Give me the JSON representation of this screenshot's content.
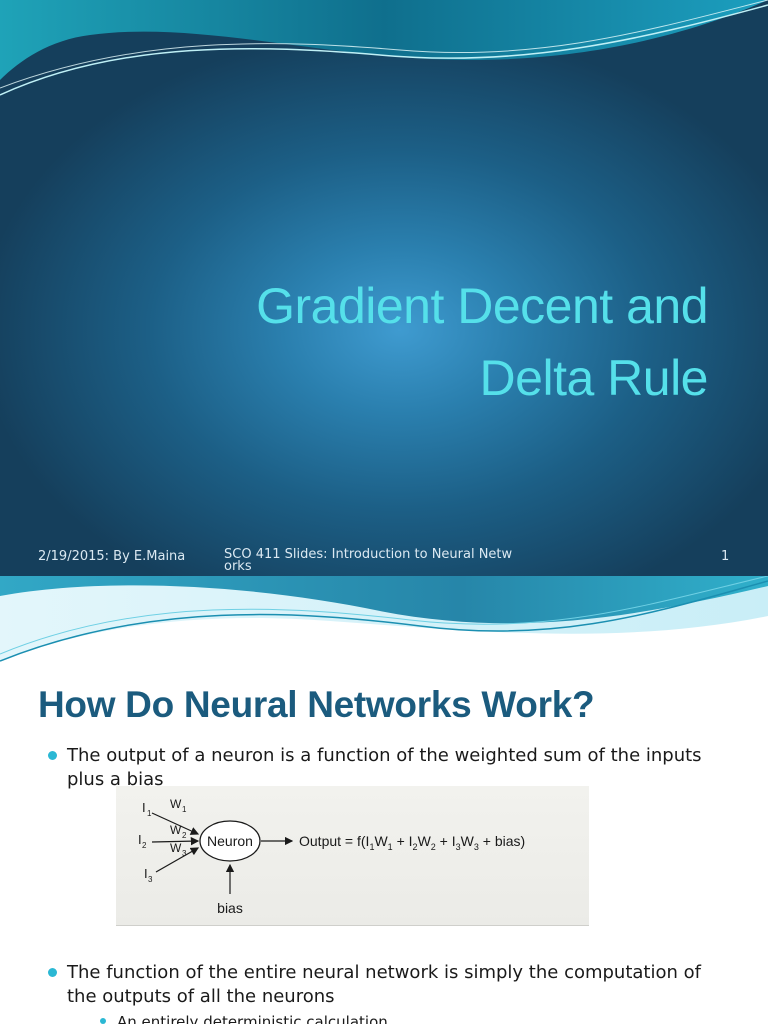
{
  "slide1": {
    "title_line1": "Gradient Decent and",
    "title_line2": "Delta Rule",
    "footer": {
      "date_author": "2/19/2015: By E.Maina",
      "course": "SCO 411 Slides: Introduction to Neural Networks",
      "page_number": "1"
    },
    "colors": {
      "title": "#55e0ea",
      "background_center": "#3f9bd0",
      "background_edge": "#153f5c"
    }
  },
  "slide2": {
    "title": "How Do Neural Networks Work?",
    "bullets": [
      "The output of a neuron is a function of the weighted sum of the inputs plus a bias",
      "The function of the entire neural network is simply the computation of the outputs of all the neurons"
    ],
    "sub_bullets": [
      "An entirely deterministic calculation"
    ],
    "figure": {
      "neuron_label": "Neuron",
      "bias_label": "bias",
      "output_prefix": "Output = f(",
      "inputs": [
        "I1",
        "I2",
        "I3"
      ],
      "weights": [
        "W1",
        "W2",
        "W3"
      ]
    },
    "colors": {
      "title": "#1b5b7e",
      "bullet": "#2bb8d4"
    }
  }
}
